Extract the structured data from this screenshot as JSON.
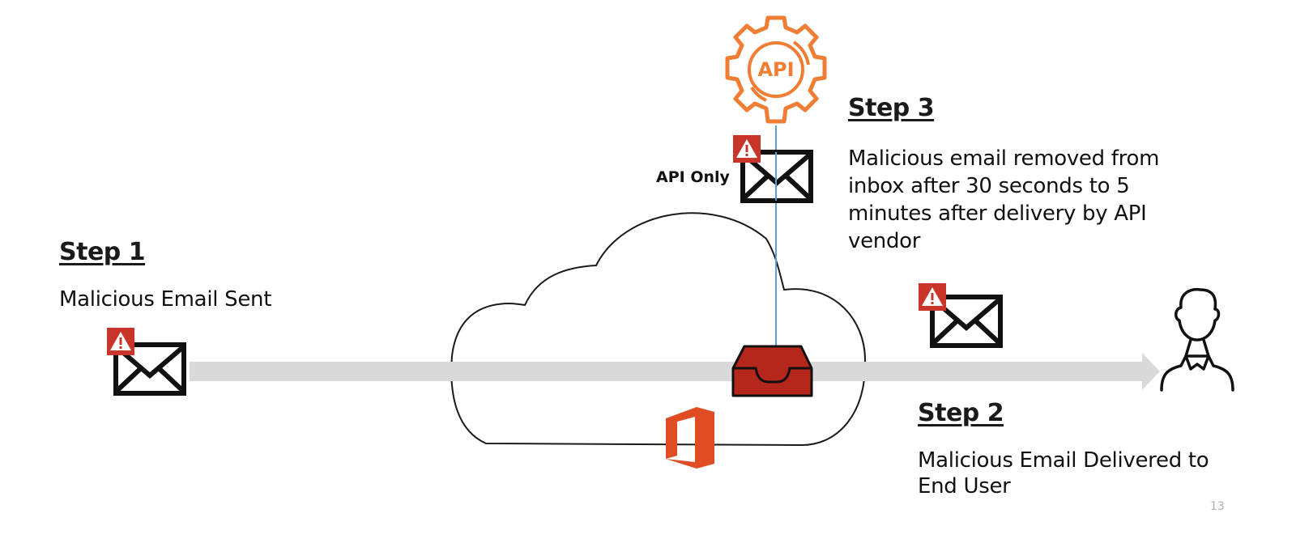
{
  "slide": {
    "page_number": "13",
    "colors": {
      "arrow": "#d9d9d9",
      "warning_badge": "#c9352b",
      "inbox": "#b5261c",
      "api_orange": "#f07d33",
      "office_orange": "#e04c23",
      "connector_line": "#5ea0d0"
    }
  },
  "step1": {
    "heading": "Step 1",
    "text": "Malicious Email Sent"
  },
  "step2": {
    "heading": "Step 2",
    "lines": [
      "Malicious Email Delivered to",
      "End User"
    ]
  },
  "step3": {
    "heading": "Step 3",
    "lines": [
      "Malicious email removed from",
      "inbox after 30 seconds to 5",
      "minutes after delivery by API",
      "vendor"
    ]
  },
  "api": {
    "label": "API",
    "only_label": "API Only"
  },
  "icons": {
    "email": "envelope-icon",
    "warning": "warning-icon",
    "cloud": "cloud-icon",
    "inbox": "inbox-tray-icon",
    "office": "office-365-icon",
    "gear": "gear-icon",
    "user": "user-icon"
  }
}
